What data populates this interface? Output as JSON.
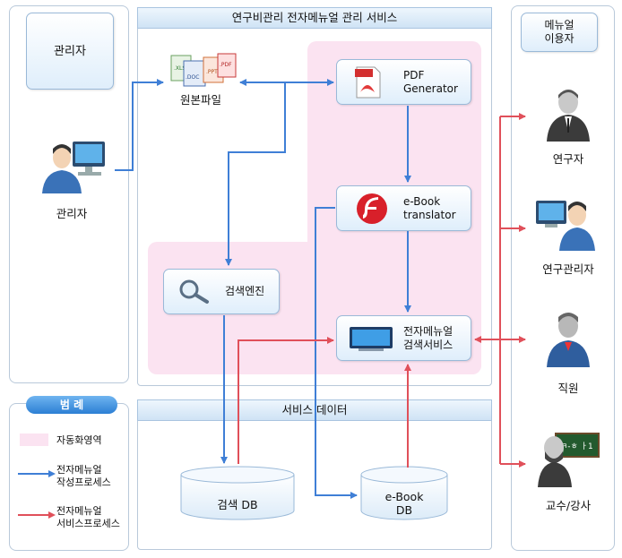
{
  "title": "연구비관리 전자메뉴얼 관리 서비스",
  "data_title": "서비스 데이터",
  "admin_panel": {
    "badge": "관리자",
    "person_label": "관리자"
  },
  "user_panel": {
    "badge_line1": "메뉴얼",
    "badge_line2": "이용자",
    "users": [
      "연구자",
      "연구관리자",
      "직원",
      "교수/강사"
    ]
  },
  "nodes": {
    "source_files": "원본파일",
    "pdf_line1": "PDF",
    "pdf_line2": "Generator",
    "ebook_line1": "e-Book",
    "ebook_line2": "translator",
    "search_engine": "검색엔진",
    "search_svc_line1": "전자메뉴얼",
    "search_svc_line2": "검색서비스",
    "search_db": "검색 DB",
    "ebook_db_line1": "e-Book",
    "ebook_db_line2": "DB"
  },
  "file_icon_texts": {
    "xls": ".XLS",
    "doc": ".DOC",
    "ppt": ".PPT",
    "pdf": ".PDF"
  },
  "chalkboard_text": "ㅋ-ㅎ ㅏ1",
  "legend": {
    "title": "범 례",
    "auto_zone": "자동화영역",
    "blue_line1": "전자메뉴얼",
    "blue_line2": "작성프로세스",
    "red_line1": "전자메뉴얼",
    "red_line2": "서비스프로세스"
  },
  "colors": {
    "blue_flow": "#3f7fd6",
    "red_flow": "#e0505a",
    "auto_zone": "#fbe3f1"
  }
}
